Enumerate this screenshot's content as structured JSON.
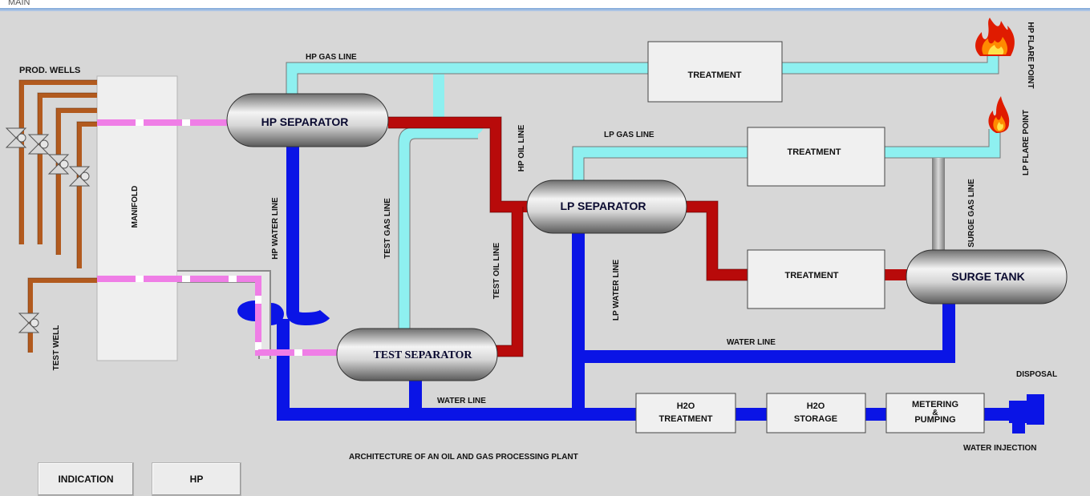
{
  "window": {
    "top_label": "MAIN"
  },
  "title": "ARCHITECTURE OF AN OIL AND GAS PROCESSING PLANT",
  "labels": {
    "prod_wells": "PROD. WELLS",
    "manifold": "MANIFOLD",
    "test_well": "TEST WELL",
    "hp_gas_line": "HP GAS LINE",
    "hp_water_line": "HP  WATER LINE",
    "test_gas_line": "TEST GAS LINE",
    "hp_oil_line": "HP OIL LINE",
    "test_oil_line": "TEST  OIL LINE",
    "lp_gas_line": "LP GAS LINE",
    "lp_water_line": "LP WATER LINE",
    "surge_gas_line": "SURGE GAS LINE",
    "water_line_right": "WATER LINE",
    "water_line_bottom": "WATER LINE",
    "hp_flare_point": "HP FLARE POINT",
    "lp_flare_point": "LP FLARE POINT",
    "disposal": "DISPOSAL",
    "water_injection": "WATER INJECTION"
  },
  "vessels": {
    "hp_separator": "HP SEPARATOR",
    "lp_separator": "LP SEPARATOR",
    "test_separator": "TEST SEPARATOR",
    "surge_tank": "SURGE TANK"
  },
  "boxes": {
    "treatment_hp": "TREATMENT",
    "treatment_lp_gas": "TREATMENT",
    "treatment_oil": "TREATMENT",
    "h2o_treatment_1": "H2O",
    "h2o_treatment_2": "TREATMENT",
    "h2o_storage_1": "H2O",
    "h2o_storage_2": "STORAGE",
    "metering_1": "METERING",
    "metering_2": "&",
    "metering_3": "PUMPING"
  },
  "buttons": {
    "indication": "INDICATION",
    "hp": "HP"
  },
  "colors": {
    "gas": "#8ef0f0",
    "water": "#0a14e6",
    "oil": "#b80a0a",
    "well_pipe": "#b25a1e",
    "product_flow": "#ef7ee6",
    "background": "#d7d7d7"
  },
  "icons": [
    "valve-icon",
    "flame-icon"
  ]
}
